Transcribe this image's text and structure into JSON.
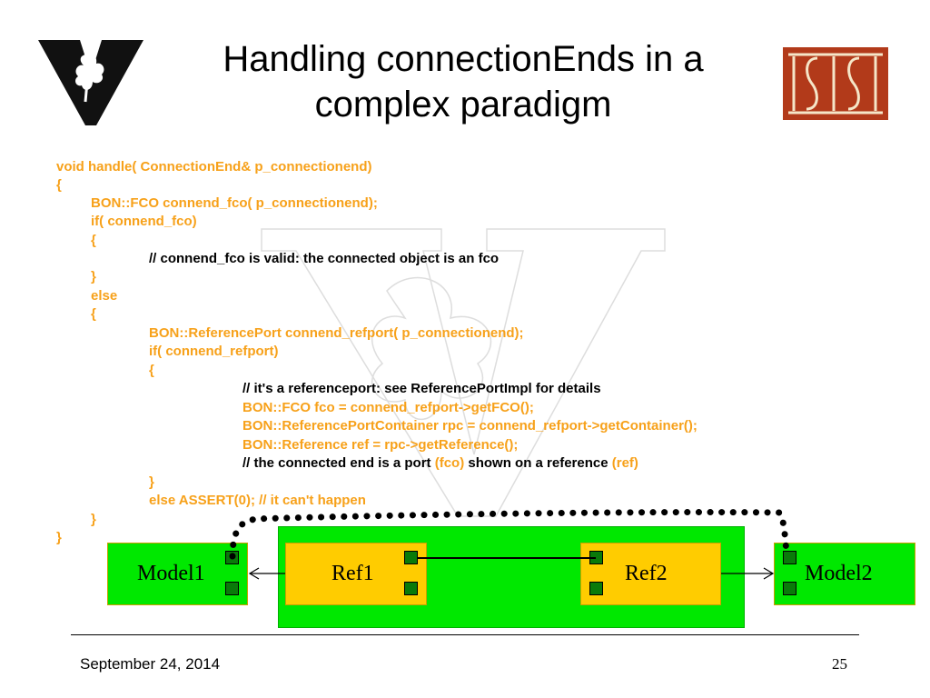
{
  "slide": {
    "title_line1": "Handling connectionEnds in a",
    "title_line2": "complex paradigm"
  },
  "code": {
    "l1": "void handle( ConnectionEnd& p_connectionend)",
    "l2": "{",
    "l3": "BON::FCO connend_fco( p_connectionend);",
    "l4": "if( connend_fco)",
    "l5": "{",
    "l6": "// connend_fco is valid: the connected object is an fco",
    "l7": "}",
    "l8": "else",
    "l9": "{",
    "l10": "BON::ReferencePort connend_refport( p_connectionend);",
    "l11": "if( connend_refport)",
    "l12": "{",
    "l13": "// it's a referenceport: see ReferencePortImpl for details",
    "l14": "BON::FCO fco = connend_refport->getFCO();",
    "l15": "BON::ReferencePortContainer rpc = connend_refport->getContainer();",
    "l16": "BON::Reference ref = rpc->getReference();",
    "l17a": "// the connected end is a port ",
    "l17b": "(fco)",
    "l17c": " shown on a reference ",
    "l17d": "(ref)",
    "l18": "}",
    "l19a": "else ASSERT(0); ",
    "l19b": "// it can't happen",
    "l20": "}",
    "l21": "}"
  },
  "diagram": {
    "model1": "Model1",
    "ref1": "Ref1",
    "ref2": "Ref2",
    "model2": "Model2"
  },
  "footer": {
    "date": "September 24, 2014",
    "page": "25"
  },
  "colors": {
    "code_orange": "#f7a11a",
    "box_green": "#00e800",
    "box_yellow": "#ffcc00",
    "port_green": "#0a7a0a",
    "isis_red": "#b23a1a"
  }
}
